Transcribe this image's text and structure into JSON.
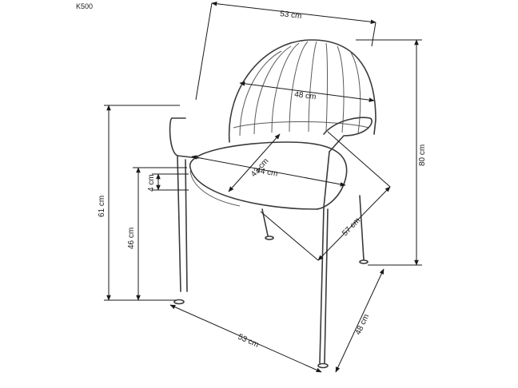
{
  "model_code": "K500",
  "dimensions": {
    "overall_width": "53 cm",
    "back_width": "48 cm",
    "total_height": "80 cm",
    "armrest_height": "61 cm",
    "seat_height": "46 cm",
    "seat_depth": "43 cm",
    "seat_width": "44 cm",
    "seat_thickness": "4 cm",
    "diagonal": "57 cm",
    "base_width": "53 cm",
    "base_depth": "48 cm"
  },
  "colors": {
    "line": "#1a1a1a",
    "chair": "#3a3a3a",
    "background": "#ffffff"
  }
}
